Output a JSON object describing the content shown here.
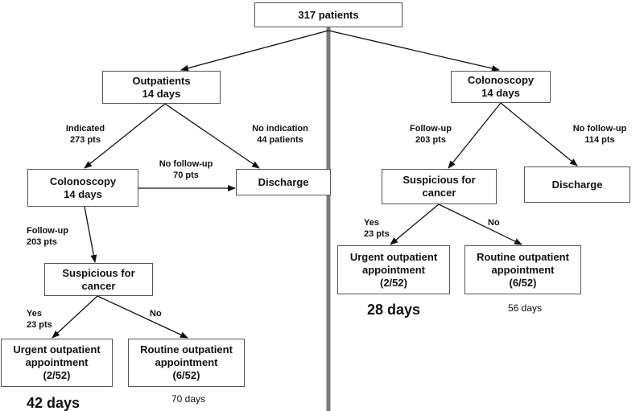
{
  "top": "317 patients",
  "left": {
    "outpatients": "Outpatients\n14 days",
    "indicated": "Indicated\n273 pts",
    "no_indication": "No indication\n44 patients",
    "colonoscopy": "Colonoscopy\n14 days",
    "no_followup": "No follow-up\n70 pts",
    "discharge": "Discharge",
    "followup": "Follow-up\n203 pts",
    "suspicious": "Suspicious for\ncancer",
    "yes": "Yes\n23 pts",
    "no": "No",
    "urgent": "Urgent outpatient\nappointment\n(2/52)",
    "routine": "Routine outpatient\nappointment\n(6/52)",
    "urgent_days": "42 days",
    "routine_days": "70 days"
  },
  "right": {
    "colonoscopy": "Colonoscopy\n14 days",
    "followup": "Follow-up\n203 pts",
    "no_followup": "No follow-up\n114 pts",
    "suspicious": "Suspicious for\ncancer",
    "discharge": "Discharge",
    "yes": "Yes\n23 pts",
    "no": "No",
    "urgent": "Urgent outpatient\nappointment\n(2/52)",
    "routine": "Routine outpatient\nappointment\n(6/52)",
    "urgent_days": "28 days",
    "routine_days": "56 days"
  }
}
